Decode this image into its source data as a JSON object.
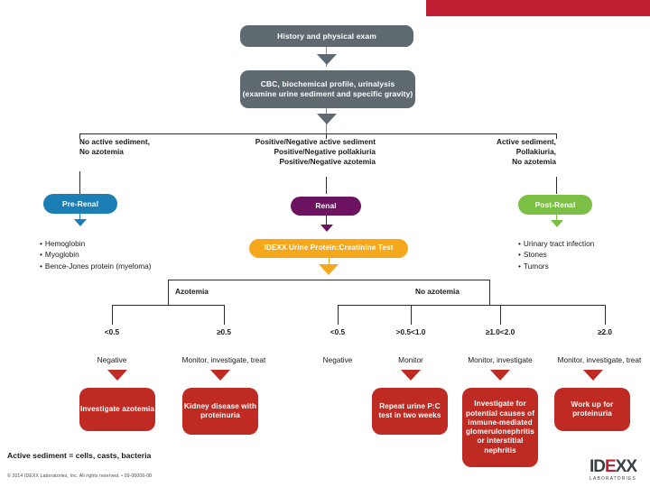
{
  "document": {
    "title": "Proteinuria diagnostic algorithm",
    "banner_color": "#bf2033"
  },
  "flow": {
    "step_history": "History and physical exam",
    "step_workup_line1": "CBC, biochemical profile, urinalysis",
    "step_workup_line2": "(examine urine sediment and specific gravity)",
    "branch_left": "No active sediment,\nNo azotemia",
    "branch_middle": "Positive/Negative active sediment\nPositive/Negative pollakiuria\nPositive/Negative azotemia",
    "branch_right": "Active sediment,\nPollakiuria,\nNo azotemia",
    "category_pre_renal": "Pre-Renal",
    "category_renal": "Renal",
    "category_post_renal": "Post-Renal",
    "pre_renal_causes": [
      "Hemoglobin",
      "Myoglobin",
      "Bence-Jones protein (myeloma)"
    ],
    "post_renal_causes": [
      "Urinary tract infection",
      "Stones",
      "Tumors"
    ],
    "test_box": "IDEXX Urine Protein:Creatinine Test",
    "azotemia_label": "Azotemia",
    "no_azotemia_label": "No azotemia",
    "thresholds": [
      {
        "ratio": "<0.5",
        "action": "Negative"
      },
      {
        "ratio": "≥0.5",
        "action": "Monitor, investigate, treat"
      },
      {
        "ratio": "<0.5",
        "action": "Negative"
      },
      {
        "ratio": ">0.5<1.0",
        "action": "Monitor"
      },
      {
        "ratio": "≥1.0<2.0",
        "action": "Monitor, investigate"
      },
      {
        "ratio": "≥2.0",
        "action": "Monitor, investigate, treat"
      }
    ],
    "outcomes": [
      "Investigate\nazotemia",
      "Kidney\ndisease with\nproteinuria",
      "Repeat urine\nP:C test in\ntwo weeks",
      "Investigate for\npotential causes of\nimmune-mediated\nglomerulonephritis\nor interstitial\nnephritis",
      "Work up for\nproteinuria"
    ]
  },
  "footer": {
    "footnote": "Active sediment = cells, casts, bacteria",
    "copyright": "© 2014 IDEXX Laboratories, Inc. All rights reserved. • 09-00006-00",
    "logo_text_1": "ID",
    "logo_text_2": "E",
    "logo_text_3": "XX",
    "logo_subtitle": "LABORATORIES"
  },
  "colors": {
    "pre_renal": "#1b7fb5",
    "renal": "#6d1260",
    "post_renal": "#7cbf45",
    "test": "#f5a81c",
    "outcome": "#bf2b22",
    "process": "#5f6a70"
  }
}
